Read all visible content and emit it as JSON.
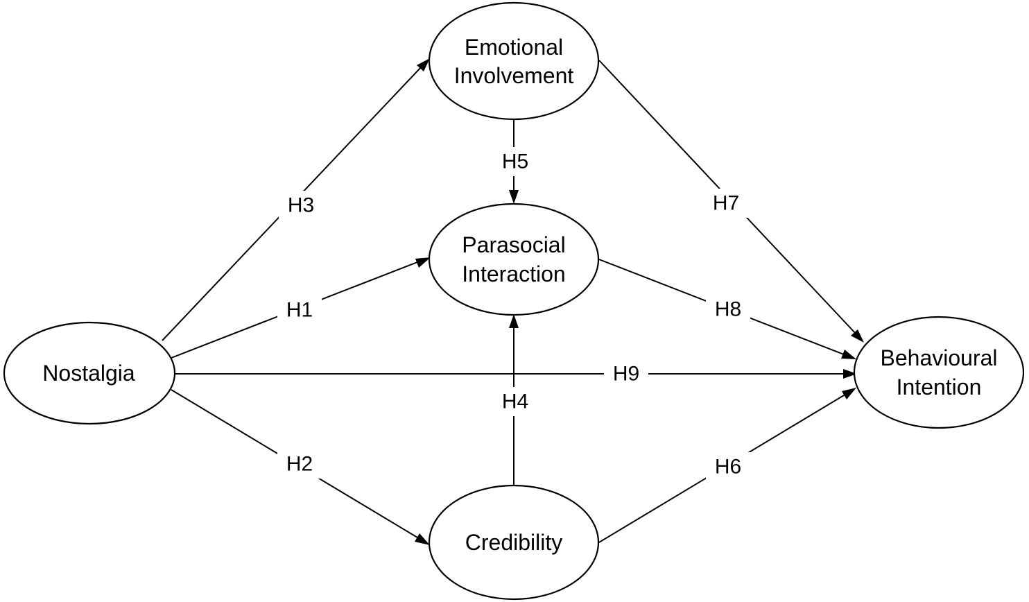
{
  "nodes": {
    "nostalgia": {
      "lines": [
        "Nostalgia"
      ]
    },
    "emotional": {
      "lines": [
        "Emotional",
        "Involvement"
      ]
    },
    "parasocial": {
      "lines": [
        "Parasocial",
        "Interaction"
      ]
    },
    "credibility": {
      "lines": [
        "Credibility"
      ]
    },
    "behavioural": {
      "lines": [
        "Behavioural",
        "Intention"
      ]
    }
  },
  "edges": [
    {
      "id": "h1",
      "from": "nostalgia",
      "to": "parasocial",
      "label": "H1"
    },
    {
      "id": "h2",
      "from": "nostalgia",
      "to": "credibility",
      "label": "H2"
    },
    {
      "id": "h3",
      "from": "nostalgia",
      "to": "emotional",
      "label": "H3"
    },
    {
      "id": "h4",
      "from": "credibility",
      "to": "parasocial",
      "label": "H4"
    },
    {
      "id": "h5",
      "from": "emotional",
      "to": "parasocial",
      "label": "H5"
    },
    {
      "id": "h6",
      "from": "credibility",
      "to": "behavioural",
      "label": "H6"
    },
    {
      "id": "h7",
      "from": "emotional",
      "to": "behavioural",
      "label": "H7"
    },
    {
      "id": "h8",
      "from": "parasocial",
      "to": "behavioural",
      "label": "H8"
    },
    {
      "id": "h9",
      "from": "nostalgia",
      "to": "behavioural",
      "label": "H9"
    }
  ],
  "colors": {
    "stroke": "#000000",
    "background": "#ffffff",
    "text": "#000000"
  }
}
